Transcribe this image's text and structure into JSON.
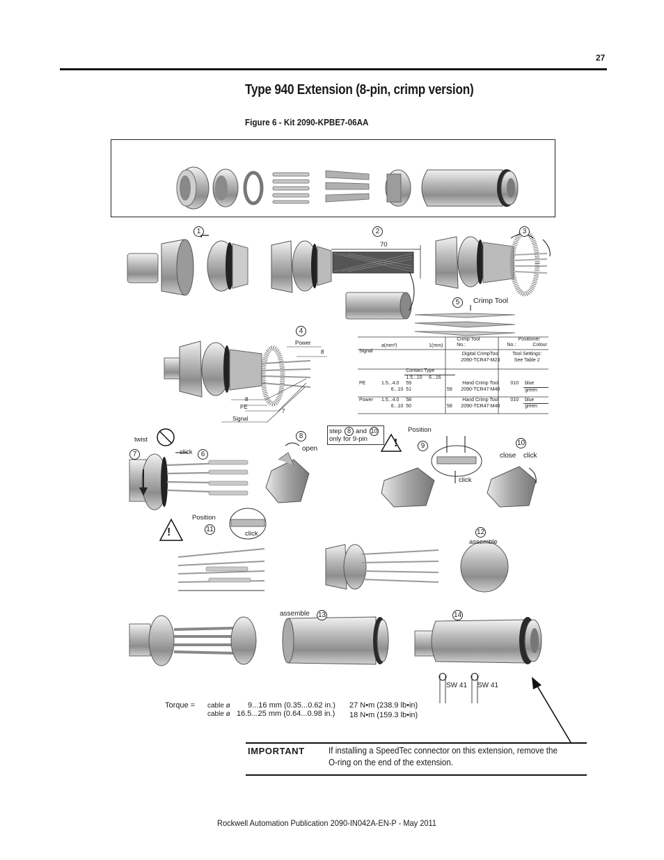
{
  "page_number": "27",
  "title": "Type 940 Extension (8-pin, crimp version)",
  "figure_caption": "Figure 6 - Kit 2090-KPBE7-06AA",
  "steps": {
    "s1": "1",
    "s2": "2",
    "s3": "3",
    "s4": "4",
    "s5": "5",
    "s6": "6",
    "s7": "7",
    "s8": "8",
    "s9": "9",
    "s10": "10",
    "s11": "11",
    "s12": "12",
    "s13": "13",
    "s14": "14"
  },
  "labels": {
    "dim_70": "70",
    "crimp_tool": "Crimp Tool",
    "power": "Power",
    "dim_8": "8",
    "dim_8b": "8",
    "pe": "PE",
    "dim_7": "7",
    "signal": "Signal",
    "twist": "twist",
    "click": "click",
    "open": "open",
    "step_note_a": "step",
    "step_note_and": "and",
    "step_note_b": "only for 9-pin",
    "position": "Position",
    "click2": "click",
    "close": "close",
    "click3": "click",
    "position2": "Position",
    "click4": "click",
    "assemble": "assemble",
    "assemble2": "assemble",
    "sw41_a": "SW 41",
    "sw41_b": "SW 41"
  },
  "crimp_table": {
    "h_a": "a(mm²)",
    "h_1": "1(mm)",
    "h_tool": "Crimp Tool",
    "h_no": "No.:",
    "h_positioner": "Positioner",
    "h_pos_no": "No.:",
    "h_colour": "Colour",
    "signal": "Signal",
    "signal_tool": "Digital CrimpTool",
    "signal_tool_no": "2090-TCR47-M23",
    "signal_settings": "Tool Settings:",
    "signal_settings2": "See Table 2",
    "contact_type": "Contact Type",
    "ct_a": "1.5...10",
    "ct_b": "6...16",
    "pe": "PE",
    "pe_r1_a": "1.5...4.0",
    "pe_r1_b": "59",
    "pe_r2_a": "6...10",
    "pe_r2_b": "51",
    "pe_r2_c": "59",
    "pe_tool": "Hand Crimp Tool",
    "pe_tool_no": "2090-TCR47-M40",
    "pe_pos": "010",
    "pe_col1": "blue",
    "pe_col2": "green",
    "power": "Power",
    "pw_r1_a": "1.5...4.0",
    "pw_r1_b": "58",
    "pw_r2_a": "6...10",
    "pw_r2_b": "50",
    "pw_r2_c": "58",
    "pw_tool": "Hand Crimp Tool",
    "pw_tool_no": "2090-TCR47-M40",
    "pw_pos": "010",
    "pw_col1": "blue",
    "pw_col2": "green"
  },
  "torque": {
    "label": "Torque =",
    "row1_cable": "cable ø",
    "row1_range": "9...16 mm (0.35...0.62 in.)",
    "row1_value": "27 N•m (238.9 lb•in)",
    "row2_cable": "cable ø",
    "row2_range": "16.5...25 mm (0.64...0.98 in.)",
    "row2_value": "18 N•m (159.3 lb•in)"
  },
  "important": {
    "label": "IMPORTANT",
    "text": "If installing a SpeedTec connector on this extension, remove the O-ring on the end of the extension."
  },
  "footer": "Rockwell Automation Publication 2090-IN042A-EN-P - May 2011"
}
